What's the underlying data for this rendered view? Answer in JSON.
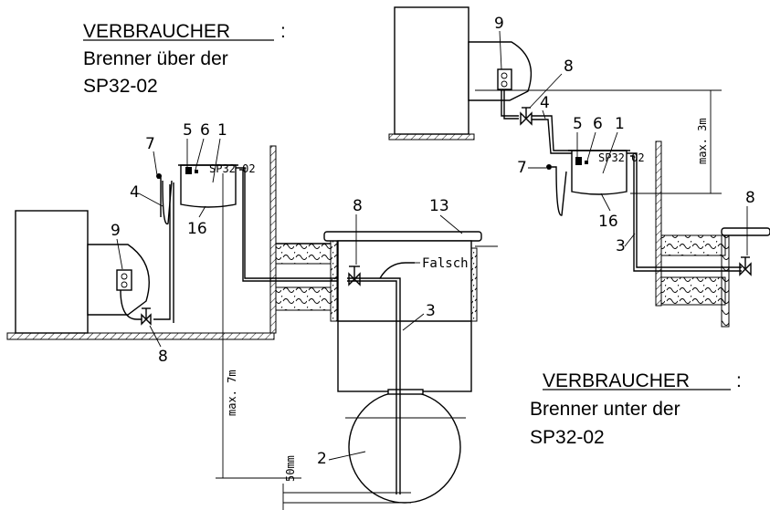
{
  "top_left_caption": {
    "title": "VERBRAUCHER",
    "colon": ":",
    "line1": "Brenner über der",
    "line2": "SP32-02"
  },
  "bottom_right_caption": {
    "title": "VERBRAUCHER",
    "colon": ":",
    "line1": "Brenner unter der",
    "line2": "SP32-02"
  },
  "dimensions": {
    "max_height_below": "max. 7m",
    "max_height_above": "max. 3m",
    "clearance": "50mm"
  },
  "annotations": {
    "wrong": "Falsch"
  },
  "unit_label": "SP32 02",
  "callouts": {
    "left": [
      "7",
      "5",
      "6",
      "1",
      "4",
      "9",
      "16",
      "8"
    ],
    "center": [
      "8",
      "13",
      "3",
      "2"
    ],
    "right": [
      "9",
      "8",
      "4",
      "5",
      "6",
      "1",
      "7",
      "16",
      "3",
      "8"
    ]
  }
}
